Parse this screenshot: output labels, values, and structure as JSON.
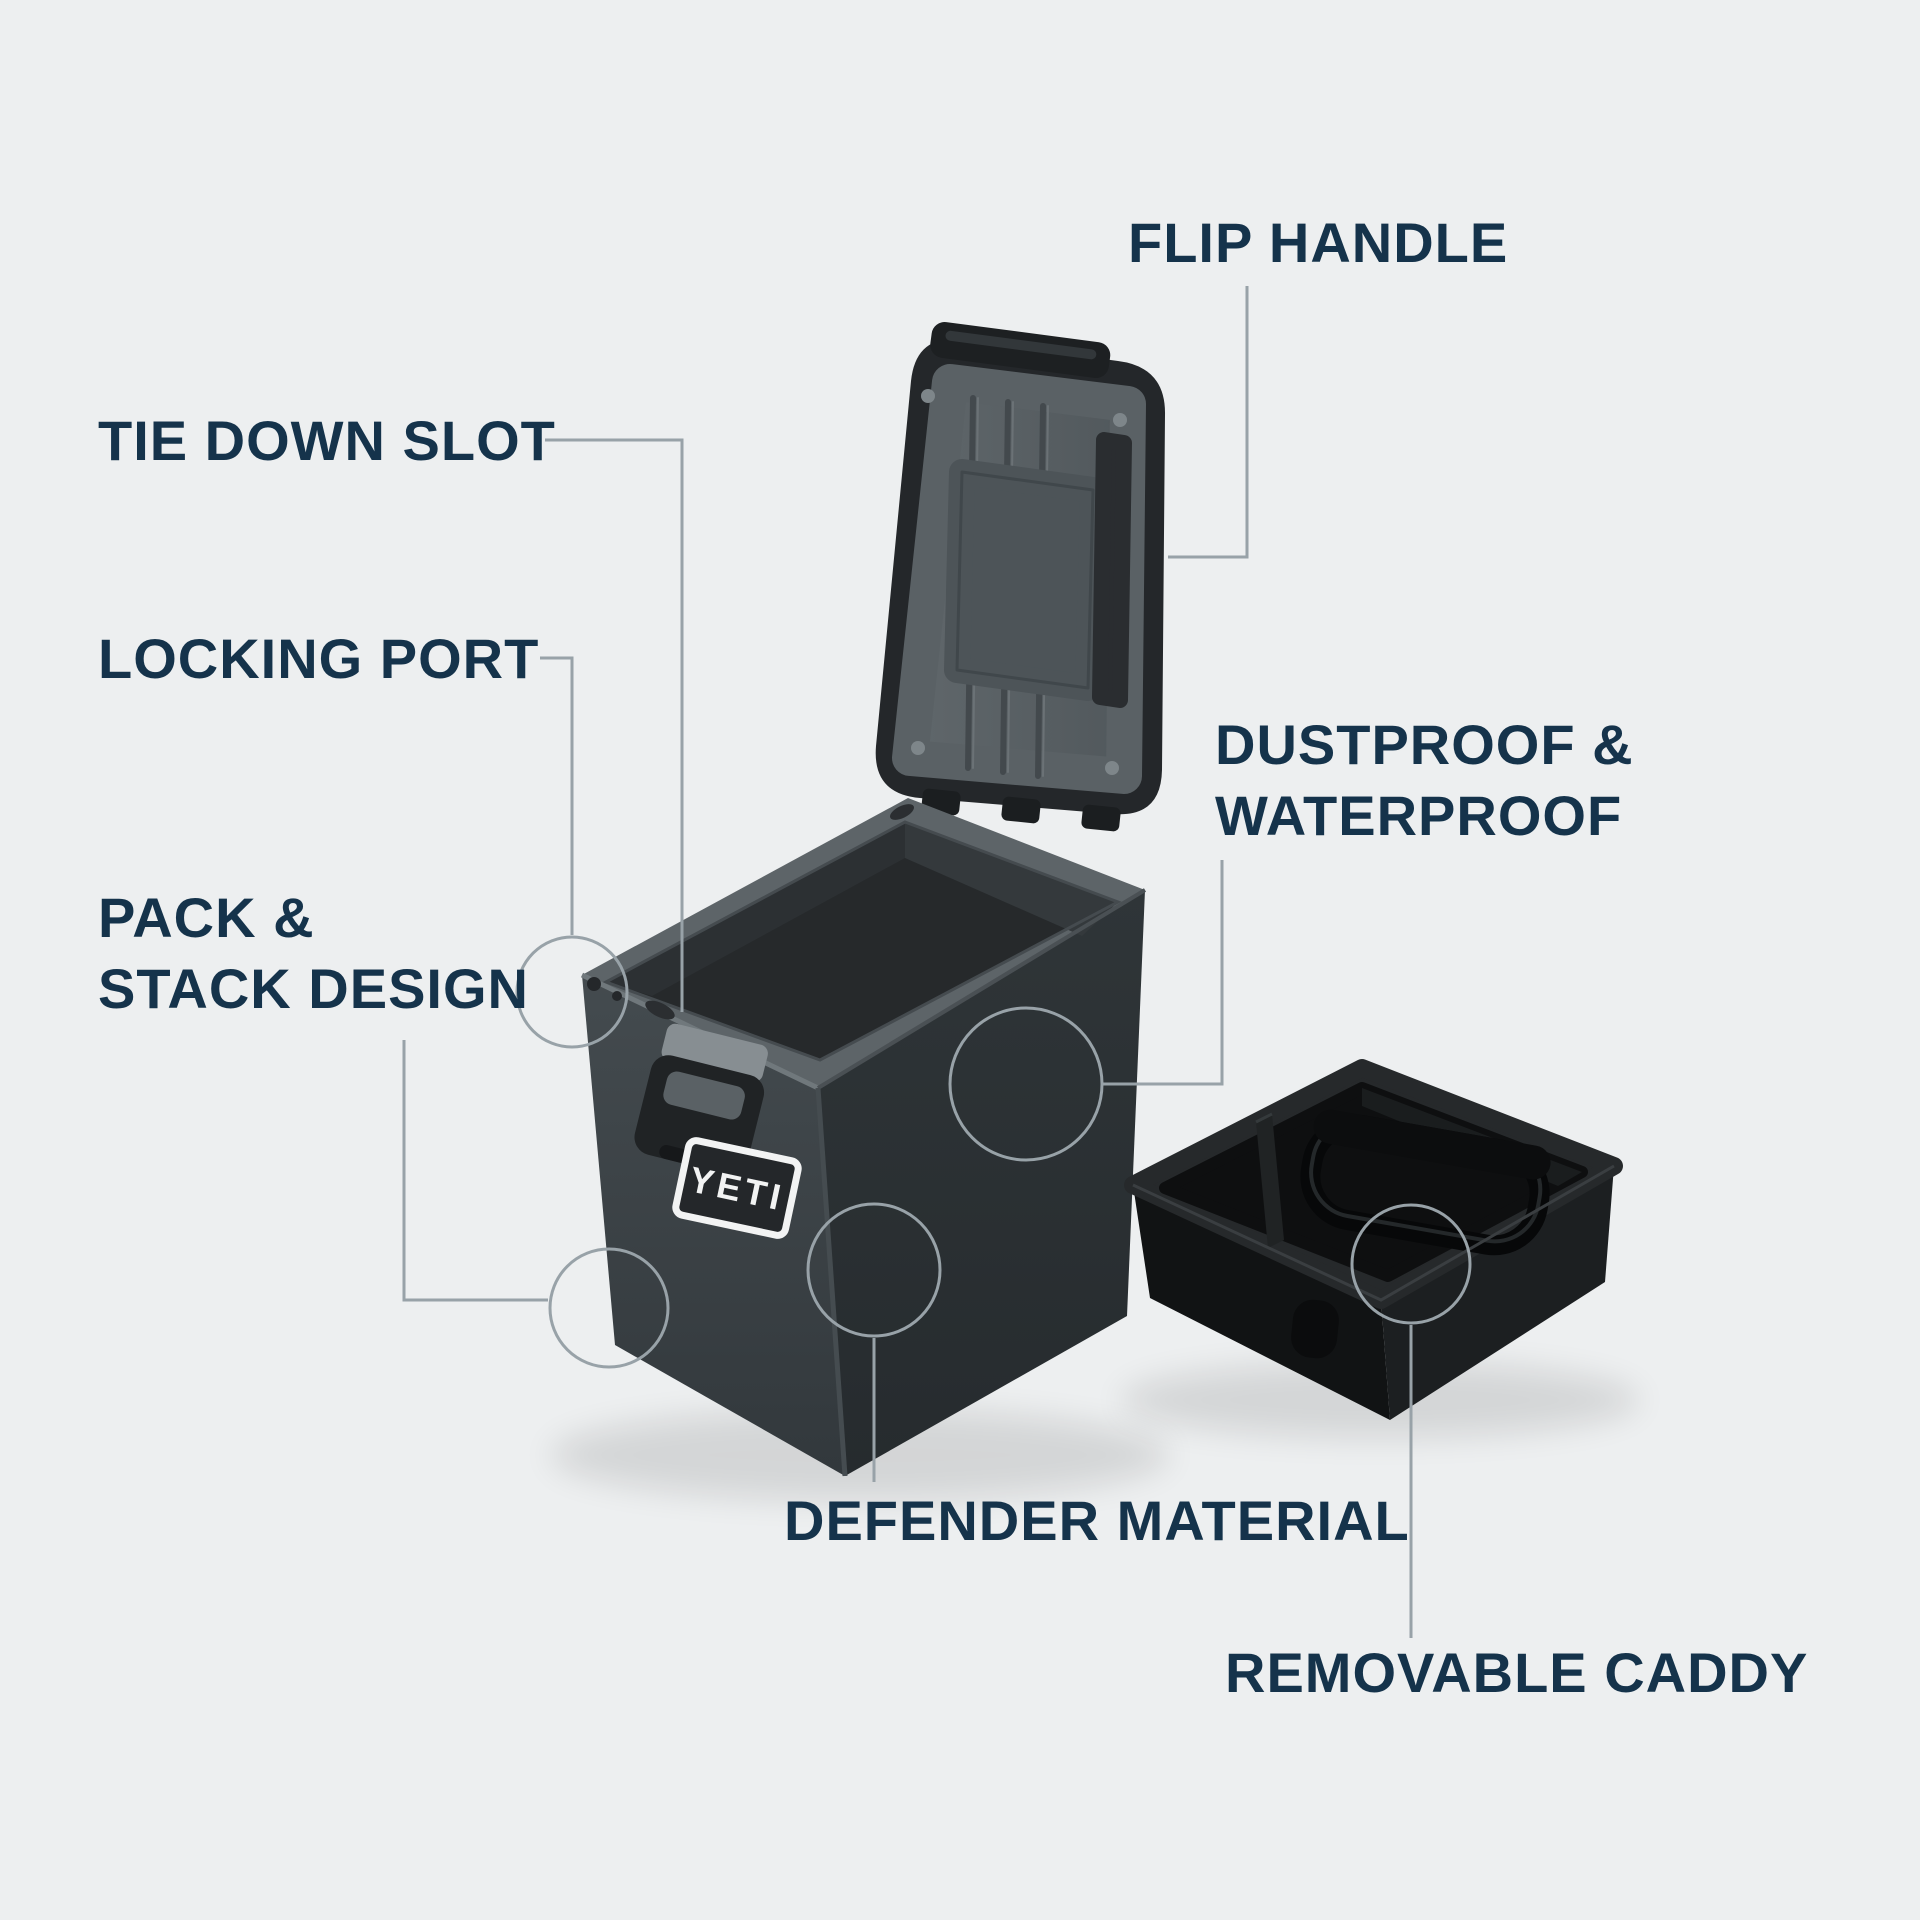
{
  "labels": {
    "flip_handle": "FLIP HANDLE",
    "tie_down_slot": "TIE DOWN SLOT",
    "locking_port": "LOCKING PORT",
    "pack_stack": {
      "line1": "PACK &",
      "line2": "STACK DESIGN"
    },
    "dustproof_waterproof": {
      "line1": "DUSTPROOF &",
      "line2": "WATERPROOF"
    },
    "defender_material": "DEFENDER MATERIAL",
    "removable_caddy": "REMOVABLE CADDY"
  },
  "product": {
    "brand_logo": "YETI"
  },
  "colors": {
    "background": "#edeff0",
    "label_text": "#15334b",
    "callout": "#98a2a8",
    "box_charcoal": "#3a4145",
    "box_rim": "#5d6468",
    "lid_panel": "#5a6165",
    "caddy_black": "#17191b",
    "logo_text": "#f2f3f3"
  }
}
